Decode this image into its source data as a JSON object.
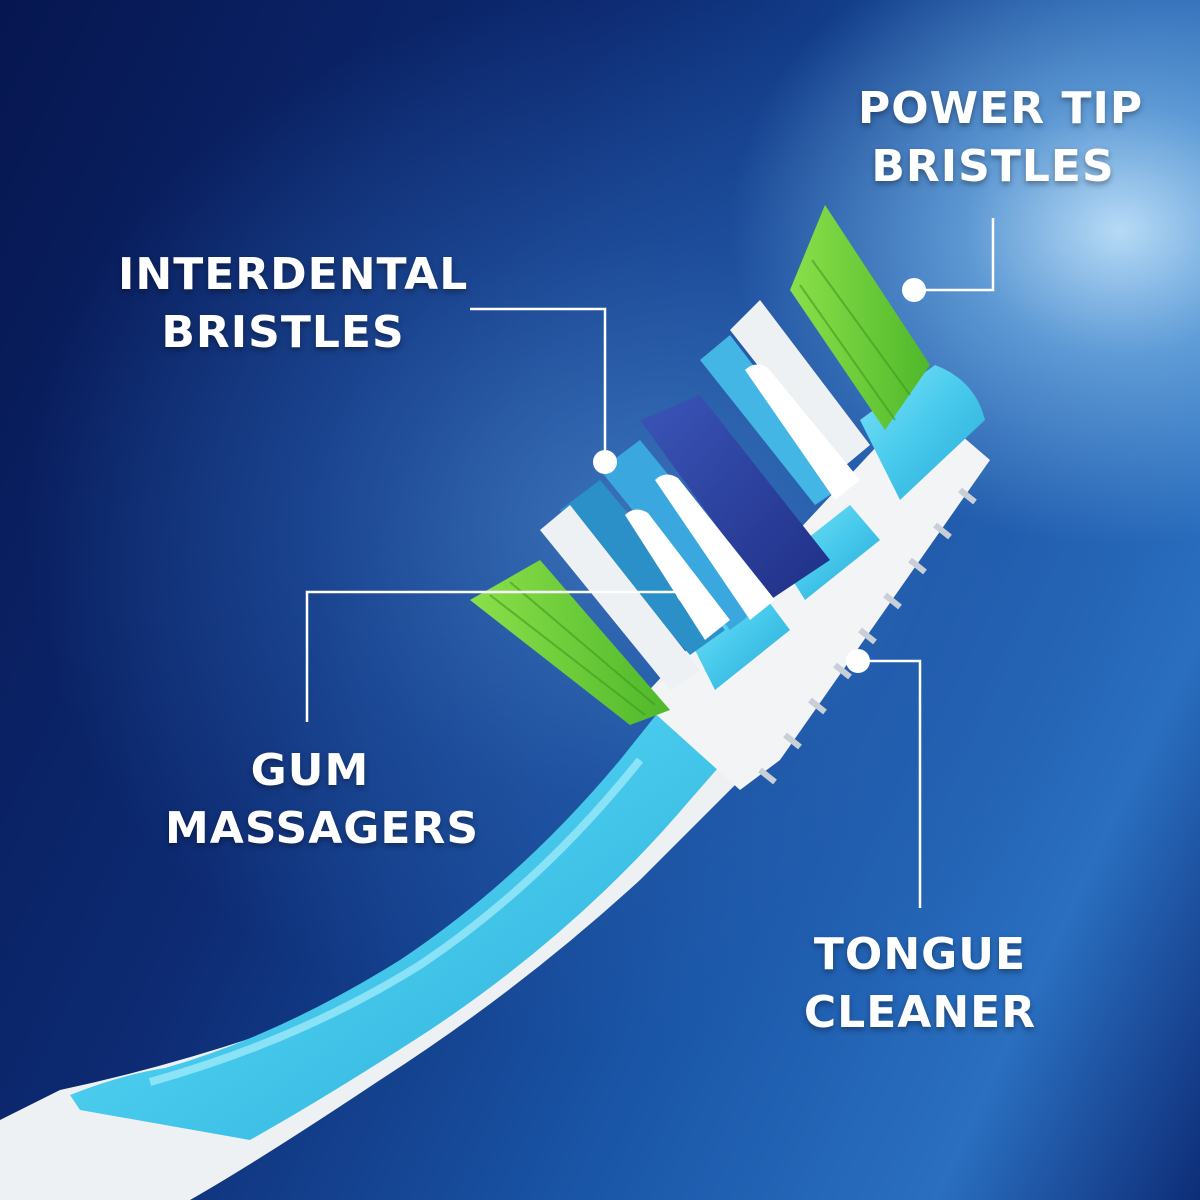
{
  "features": [
    {
      "id": "power-tip",
      "line1": "POWER TIP",
      "line2": "BRISTLES"
    },
    {
      "id": "interdental",
      "line1": "INTERDENTAL",
      "line2": "BRISTLES"
    },
    {
      "id": "gum-massagers",
      "line1": "GUM",
      "line2": "MASSAGERS"
    },
    {
      "id": "tongue-cleaner",
      "line1": "TONGUE",
      "line2": "CLEANER"
    }
  ],
  "colors": {
    "background_dark": "#061650",
    "background_light": "#9fd0f2",
    "handle_cyan": "#4fd0ef",
    "handle_white": "#f4f6f8",
    "bristle_green": "#6fd13a",
    "bristle_dark_blue": "#2a3f9e",
    "bristle_light_blue": "#43b6e6",
    "bristle_white": "#f1f3f5",
    "callout_line": "#ffffff"
  }
}
